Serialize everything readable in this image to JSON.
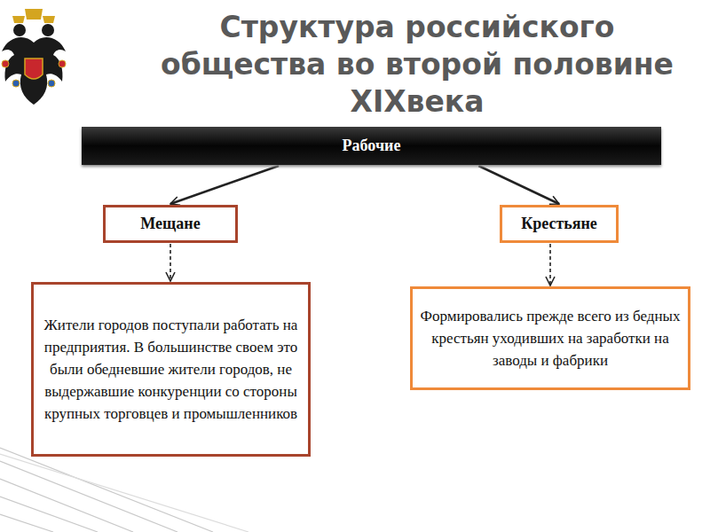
{
  "diagram": {
    "title": "Структура российского общества во второй половине XIXвека",
    "nodes": [
      {
        "text": [
          "Рабочие"
        ]
      },
      {
        "text": [
          "Мещане"
        ]
      },
      {
        "text": [
          "Крестьяне"
        ]
      },
      {
        "text": [
          "Жители городов поступали работать на предприятия. В большинстве своем это были обедневшие жители городов, не выдержавшие конкуренции со стороны крупных торговцев и промышленников"
        ]
      },
      {
        "text": [
          "Формировались прежде всего из бедных крестьян уходивших на заработки на заводы и фабрики"
        ]
      }
    ],
    "edges": [
      {
        "from": 0,
        "to": 1,
        "arrow": "to"
      },
      {
        "from": 0,
        "to": 2,
        "arrow": "to"
      },
      {
        "from": 1,
        "to": 3,
        "arrow": "to"
      },
      {
        "from": 2,
        "to": 4,
        "arrow": "to"
      }
    ]
  }
}
